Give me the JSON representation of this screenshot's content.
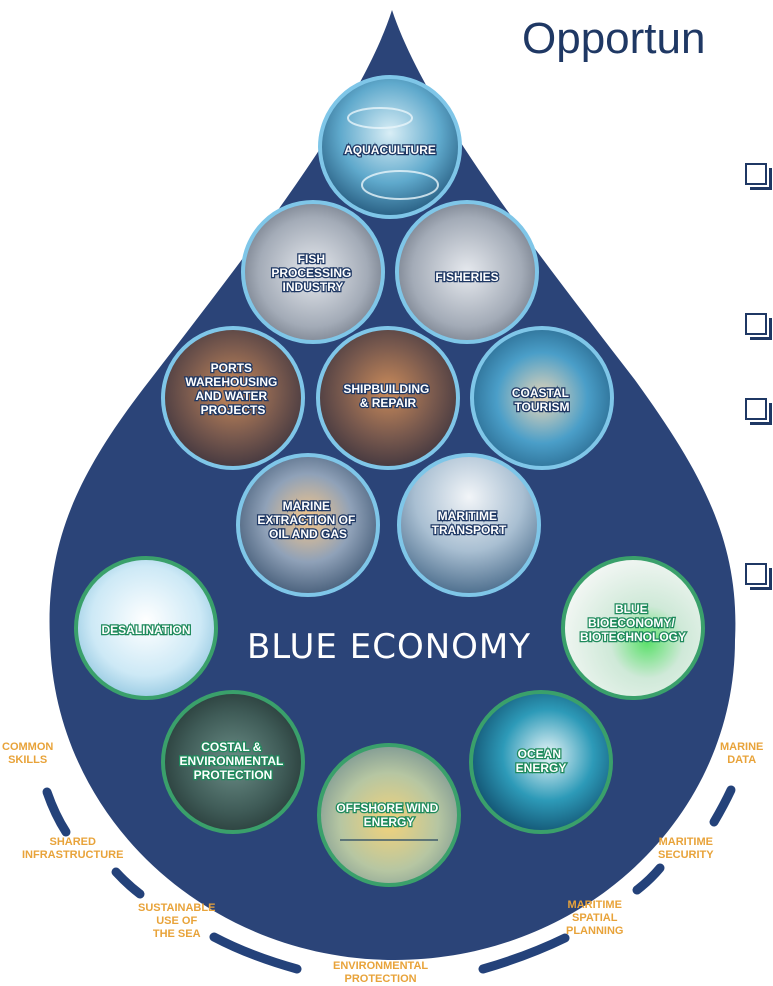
{
  "title": "Opportun",
  "center_label": "BLUE ECONOMY",
  "sectors": [
    {
      "id": "aquaculture",
      "lines": [
        "AQUACULTURE"
      ]
    },
    {
      "id": "fish-processing",
      "lines": [
        "FISH",
        "PROCESSING",
        "INDUSTRY"
      ]
    },
    {
      "id": "fisheries",
      "lines": [
        "FISHERIES"
      ]
    },
    {
      "id": "ports",
      "lines": [
        "PORTS",
        "WAREHOUSING",
        "AND WATER",
        "PROJECTS"
      ]
    },
    {
      "id": "shipbuilding",
      "lines": [
        "SHIPBUILDING",
        "& REPAIR"
      ]
    },
    {
      "id": "coastal-tourism",
      "lines": [
        "COASTAL",
        "TOURISM"
      ]
    },
    {
      "id": "marine-extraction",
      "lines": [
        "MARINE",
        "EXTRACTION OF",
        "OIL AND GAS"
      ]
    },
    {
      "id": "maritime-transport",
      "lines": [
        "MARITIME",
        "TRANSPORT"
      ]
    },
    {
      "id": "desalination",
      "lines": [
        "DESALINATION"
      ]
    },
    {
      "id": "blue-bioeconomy",
      "lines": [
        "BLUE",
        "BIOECONOMY/",
        "BIOTECHNOLOGY"
      ]
    },
    {
      "id": "costal-protection",
      "lines": [
        "COSTAL &",
        "ENVIRONMENTAL",
        "PROTECTION"
      ]
    },
    {
      "id": "ocean-energy",
      "lines": [
        "OCEAN",
        "ENERGY"
      ]
    },
    {
      "id": "offshore-wind",
      "lines": [
        "OFFSHORE WIND",
        "ENERGY"
      ]
    }
  ],
  "cross_cutting": [
    {
      "id": "common-skills",
      "lines": [
        "COMMON",
        "SKILLS"
      ]
    },
    {
      "id": "shared-infrastructure",
      "lines": [
        "SHARED",
        "INFRASTRUCTURE"
      ]
    },
    {
      "id": "sustainable-use",
      "lines": [
        "SUSTAINABLE",
        "USE OF",
        "THE SEA"
      ]
    },
    {
      "id": "environmental-protection",
      "lines": [
        "ENVIRONMENTAL",
        "PROTECTION"
      ]
    },
    {
      "id": "maritime-spatial-planning",
      "lines": [
        "MARITIME",
        "SPATIAL",
        "PLANNING"
      ]
    },
    {
      "id": "maritime-security",
      "lines": [
        "MARITIME",
        "SECURITY"
      ]
    },
    {
      "id": "marine-data",
      "lines": [
        "MARINE",
        "DATA"
      ]
    }
  ],
  "colors": {
    "drop": "#2b4478",
    "title": "#1f3864",
    "accent_orange": "#e8a33a",
    "ring_blue": "#7fc6e8",
    "ring_green": "#3aa06b",
    "dash": "#24427a"
  },
  "icons": [
    "checkbox-bullet-icon",
    "checkbox-bullet-icon",
    "checkbox-bullet-icon",
    "checkbox-bullet-icon"
  ]
}
